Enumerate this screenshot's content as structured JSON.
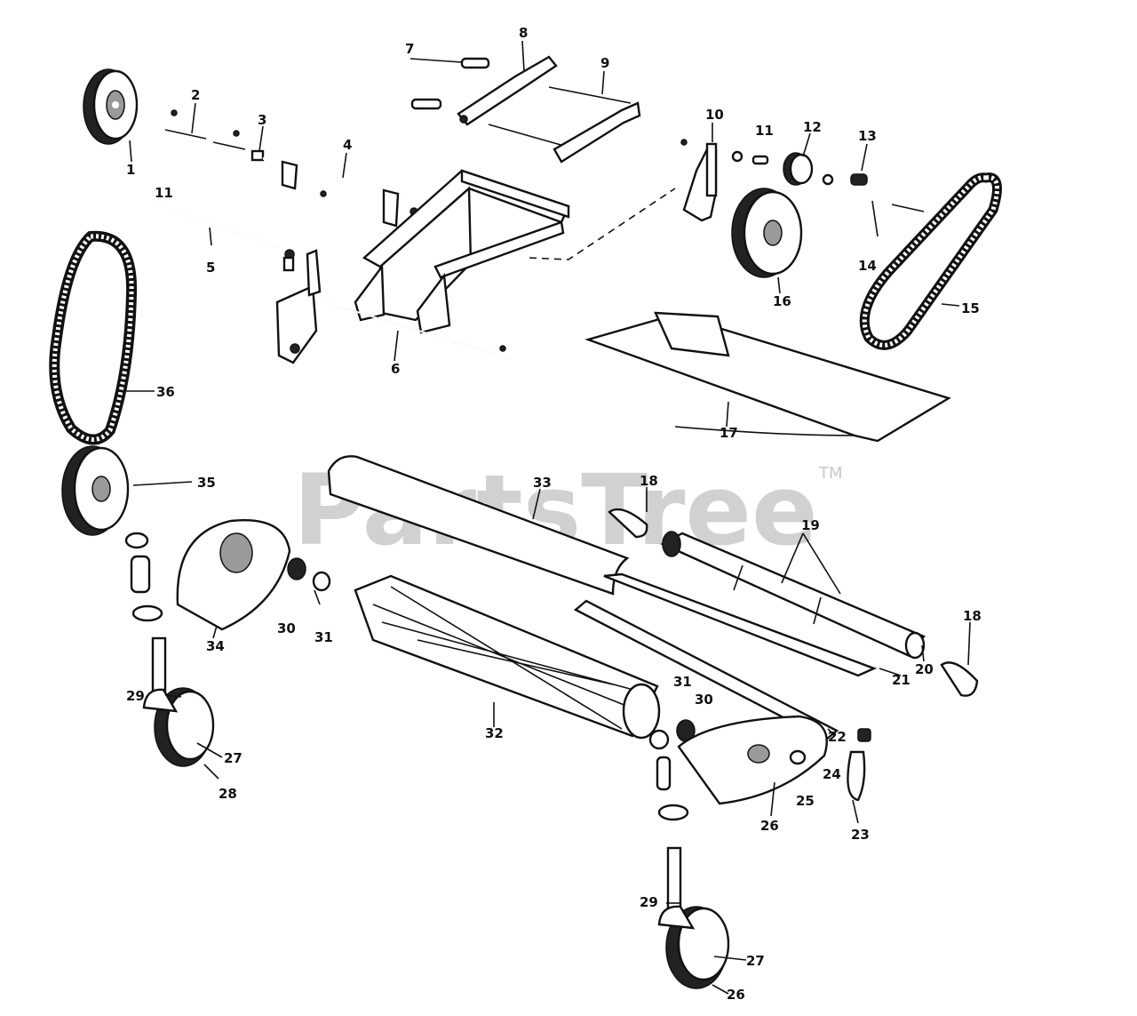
{
  "watermark": {
    "text": "PartsTree",
    "trademark": "TM"
  },
  "callouts": [
    {
      "id": "p1",
      "label": "1"
    },
    {
      "id": "p2",
      "label": "2"
    },
    {
      "id": "p3",
      "label": "3"
    },
    {
      "id": "p4",
      "label": "4"
    },
    {
      "id": "p5",
      "label": "5"
    },
    {
      "id": "p6",
      "label": "6"
    },
    {
      "id": "p7",
      "label": "7"
    },
    {
      "id": "p8",
      "label": "8"
    },
    {
      "id": "p9",
      "label": "9"
    },
    {
      "id": "p10",
      "label": "10"
    },
    {
      "id": "p11a",
      "label": "11"
    },
    {
      "id": "p11b",
      "label": "11"
    },
    {
      "id": "p12",
      "label": "12"
    },
    {
      "id": "p13",
      "label": "13"
    },
    {
      "id": "p14",
      "label": "14"
    },
    {
      "id": "p15",
      "label": "15"
    },
    {
      "id": "p16",
      "label": "16"
    },
    {
      "id": "p17",
      "label": "17"
    },
    {
      "id": "p18a",
      "label": "18"
    },
    {
      "id": "p18b",
      "label": "18"
    },
    {
      "id": "p19",
      "label": "19"
    },
    {
      "id": "p20",
      "label": "20"
    },
    {
      "id": "p21",
      "label": "21"
    },
    {
      "id": "p22",
      "label": "22"
    },
    {
      "id": "p23",
      "label": "23"
    },
    {
      "id": "p24",
      "label": "24"
    },
    {
      "id": "p25",
      "label": "25"
    },
    {
      "id": "p26a",
      "label": "26"
    },
    {
      "id": "p26b",
      "label": "26"
    },
    {
      "id": "p27a",
      "label": "27"
    },
    {
      "id": "p27b",
      "label": "27"
    },
    {
      "id": "p28",
      "label": "28"
    },
    {
      "id": "p29a",
      "label": "29"
    },
    {
      "id": "p29b",
      "label": "29"
    },
    {
      "id": "p30a",
      "label": "30"
    },
    {
      "id": "p30b",
      "label": "30"
    },
    {
      "id": "p31a",
      "label": "31"
    },
    {
      "id": "p31b",
      "label": "31"
    },
    {
      "id": "p32",
      "label": "32"
    },
    {
      "id": "p33",
      "label": "33"
    },
    {
      "id": "p34",
      "label": "34"
    },
    {
      "id": "p35",
      "label": "35"
    },
    {
      "id": "p36",
      "label": "36"
    }
  ]
}
